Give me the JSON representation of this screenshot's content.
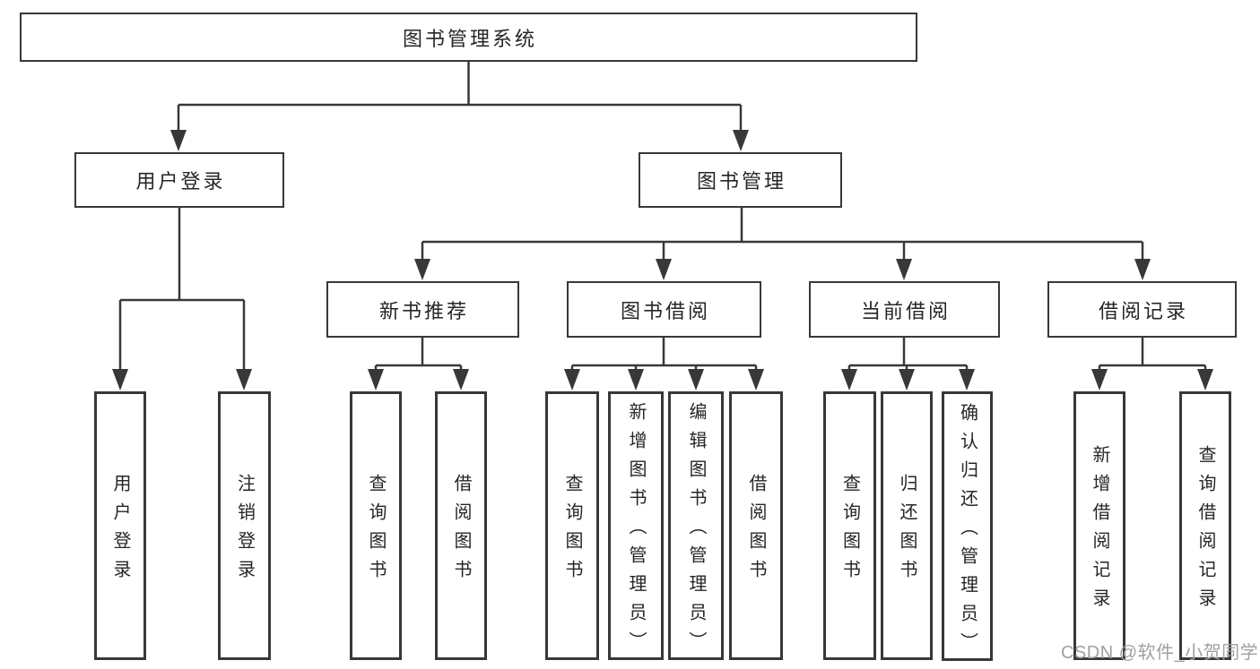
{
  "diagram_title": "图书管理系统",
  "colors": {
    "line": "#383838",
    "text": "#262626",
    "background": "#ffffff",
    "watermark": "#a0a0a0"
  },
  "watermark": {
    "text": "CSDN @软件_小贺同学"
  },
  "tree": {
    "root": {
      "label": "图书管理系统"
    },
    "branches": [
      {
        "label": "用户登录",
        "leaves": [
          "用户登录",
          "注销登录"
        ]
      },
      {
        "label": "图书管理",
        "groups": [
          {
            "label": "新书推荐",
            "leaves": [
              "查询图书",
              "借阅图书"
            ]
          },
          {
            "label": "图书借阅",
            "leaves": [
              "查询图书",
              "新增图书（管理员）",
              "编辑图书（管理员）",
              "借阅图书"
            ]
          },
          {
            "label": "当前借阅",
            "leaves": [
              "查询图书",
              "归还图书",
              "确认归还（管理员）"
            ]
          },
          {
            "label": "借阅记录",
            "leaves": [
              "新增借阅记录",
              "查询借阅记录"
            ]
          }
        ]
      }
    ]
  }
}
